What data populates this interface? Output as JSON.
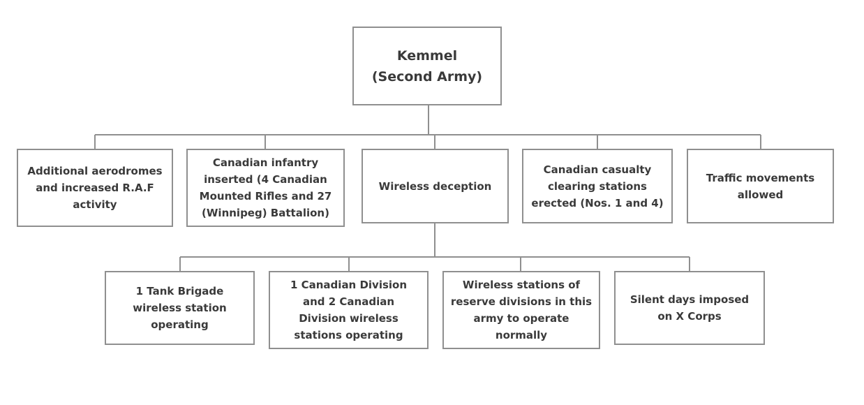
{
  "root": {
    "label": "Kemmel\n(Second Army)"
  },
  "level1": [
    {
      "label": "Additional aerodromes\nand increased R.A.F\nactivity"
    },
    {
      "label": "Canadian infantry\ninserted  (4 Canadian\nMounted Rifles and 27\n(Winnipeg) Battalion)"
    },
    {
      "label": "Wireless deception"
    },
    {
      "label": "Canadian casualty\nclearing stations\nerected (Nos. 1 and 4)"
    },
    {
      "label": "Traffic movements\nallowed"
    }
  ],
  "level2": [
    {
      "label": "1 Tank Brigade\nwireless station\noperating"
    },
    {
      "label": "1 Canadian Division\nand 2 Canadian\nDivision wireless\nstations operating"
    },
    {
      "label": "Wireless stations of\nreserve divisions in this\narmy to operate\nnormally"
    },
    {
      "label": "Silent days imposed\non X Corps"
    }
  ]
}
